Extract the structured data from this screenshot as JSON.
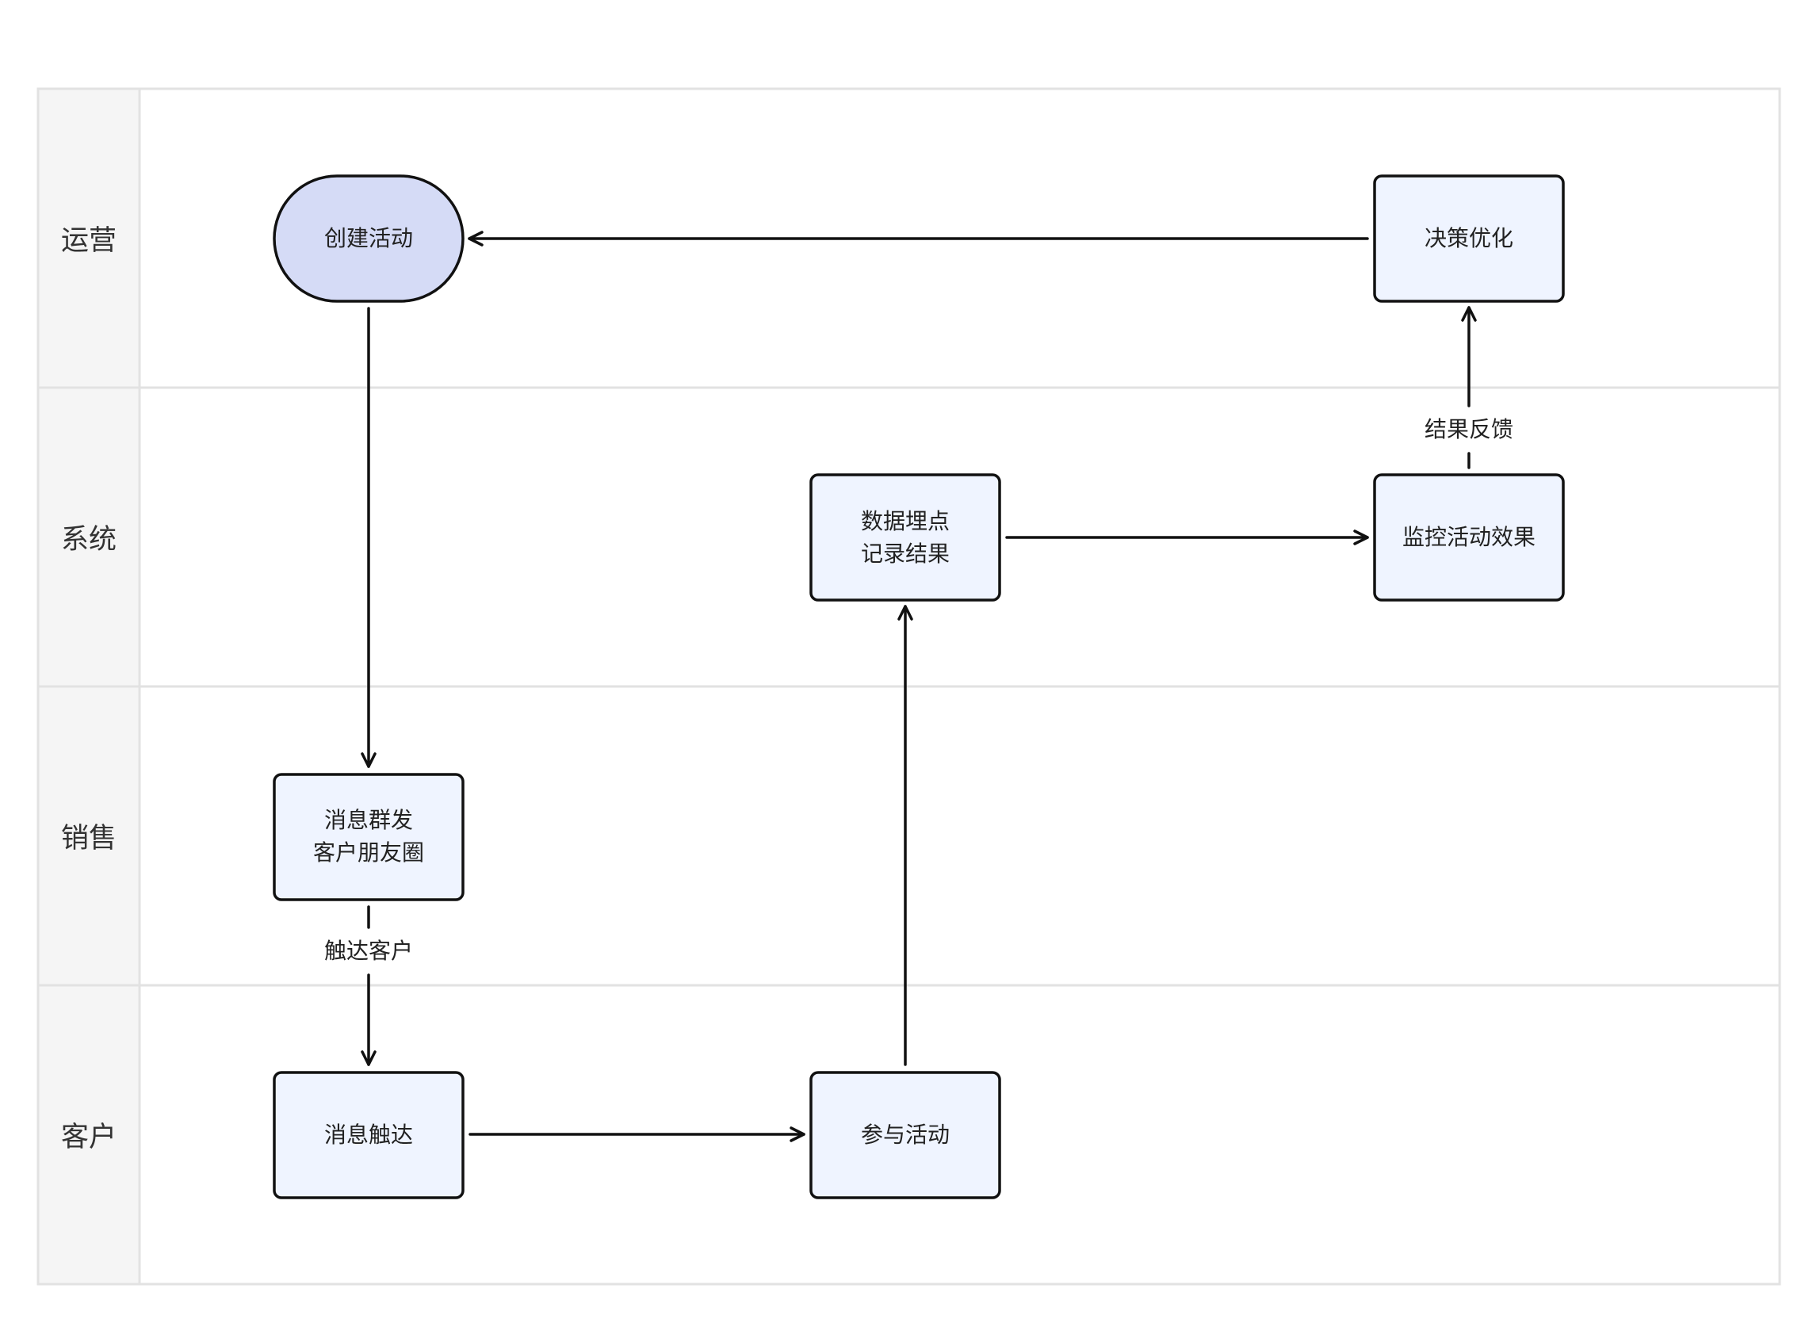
{
  "lanes": [
    {
      "id": "ops",
      "label": "运营"
    },
    {
      "id": "system",
      "label": "系统"
    },
    {
      "id": "sales",
      "label": "销售"
    },
    {
      "id": "customer",
      "label": "客户"
    }
  ],
  "nodes": [
    {
      "id": "create",
      "lines": [
        "创建活动"
      ],
      "shape": "terminal"
    },
    {
      "id": "decide",
      "lines": [
        "决策优化"
      ],
      "shape": "process"
    },
    {
      "id": "track",
      "lines": [
        "数据埋点",
        "记录结果"
      ],
      "shape": "process"
    },
    {
      "id": "monitor",
      "lines": [
        "监控活动效果"
      ],
      "shape": "process"
    },
    {
      "id": "broadcast",
      "lines": [
        "消息群发",
        "客户朋友圈"
      ],
      "shape": "process"
    },
    {
      "id": "reach",
      "lines": [
        "消息触达"
      ],
      "shape": "process"
    },
    {
      "id": "join",
      "lines": [
        "参与活动"
      ],
      "shape": "process"
    }
  ],
  "edges": [
    {
      "id": "decide-create",
      "from": "decide",
      "to": "create",
      "label": ""
    },
    {
      "id": "create-broadcast",
      "from": "create",
      "to": "broadcast",
      "label": ""
    },
    {
      "id": "broadcast-reach",
      "from": "broadcast",
      "to": "reach",
      "label": "触达客户"
    },
    {
      "id": "reach-join",
      "from": "reach",
      "to": "join",
      "label": ""
    },
    {
      "id": "join-track",
      "from": "join",
      "to": "track",
      "label": ""
    },
    {
      "id": "track-monitor",
      "from": "track",
      "to": "monitor",
      "label": ""
    },
    {
      "id": "monitor-decide",
      "from": "monitor",
      "to": "decide",
      "label": "结果反馈"
    }
  ],
  "colors": {
    "terminal_fill": "#d5dbf6",
    "process_fill": "#eff4ff",
    "stroke": "#111111",
    "lane_header_fill": "#f5f5f5",
    "lane_border": "#e2e2e2"
  }
}
